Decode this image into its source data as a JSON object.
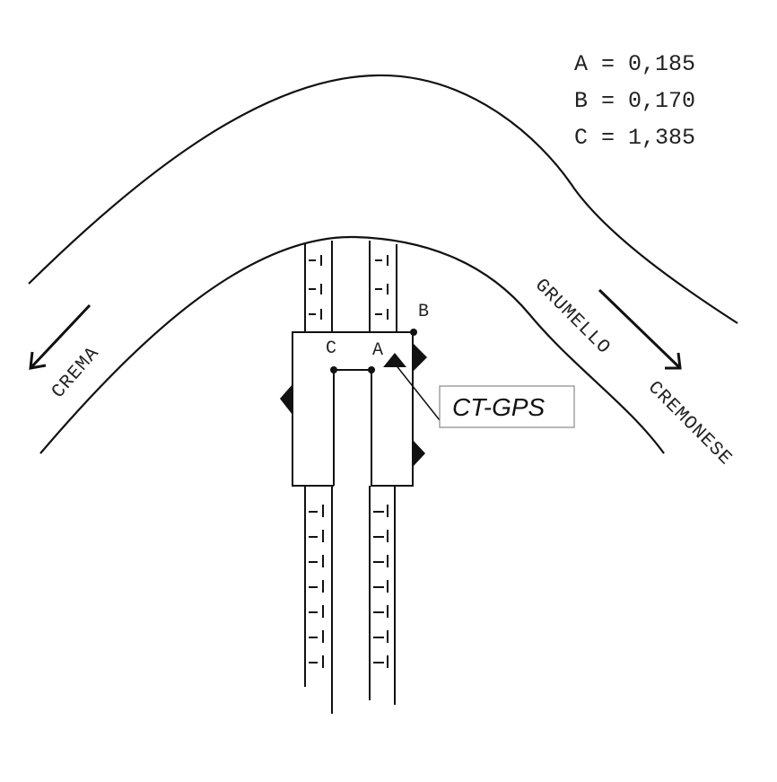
{
  "legend": [
    {
      "key": "A",
      "text": "A = 0,185"
    },
    {
      "key": "B",
      "text": "B = 0,170"
    },
    {
      "key": "C",
      "text": "C = 1,385"
    }
  ],
  "roads": {
    "left_direction": "CREMA",
    "right_direction_line1": "GRUMELLO",
    "right_direction_line2": "CREMONESE"
  },
  "points": {
    "a": "A",
    "b": "B",
    "c": "C"
  },
  "callout": {
    "label": "CT-GPS"
  },
  "colors": {
    "ink": "#111111",
    "background": "#ffffff",
    "callout_border": "#888888"
  }
}
